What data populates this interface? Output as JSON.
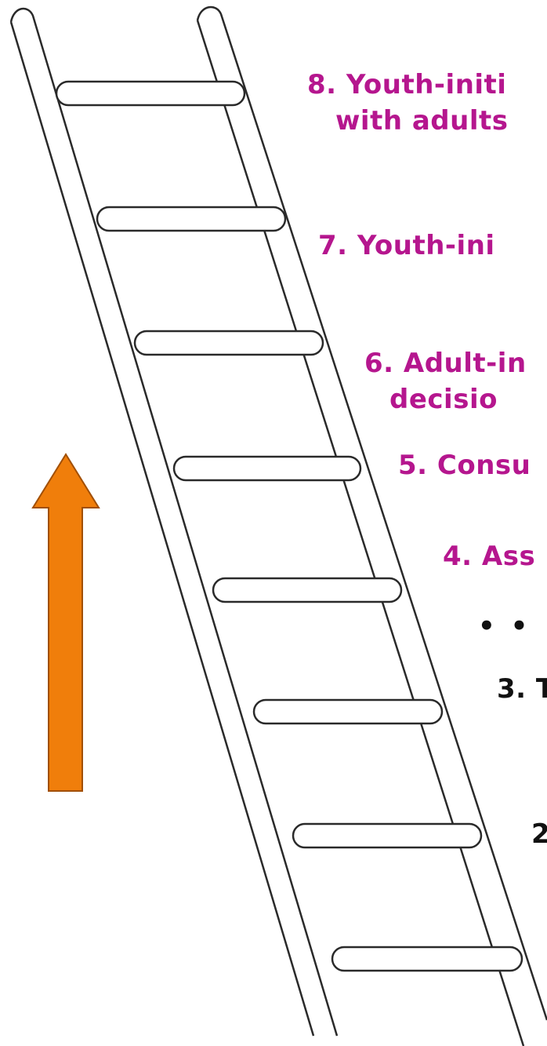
{
  "colors": {
    "label_pink": "#b5168e",
    "label_black": "#111111",
    "arrow_orange": "#f07e0b",
    "arrow_outline": "#a14f06",
    "ladder_stroke": "#2a2a2a"
  },
  "arrow": {
    "icon": "up-arrow-icon",
    "direction": "up"
  },
  "rungs": [
    {
      "level": 8,
      "text_lines": [
        "8. Youth-initi",
        "with adults"
      ]
    },
    {
      "level": 7,
      "text_lines": [
        "7. Youth-ini"
      ]
    },
    {
      "level": 6,
      "text_lines": [
        "6. Adult-in",
        "decisio"
      ]
    },
    {
      "level": 5,
      "text_lines": [
        "5. Consu"
      ]
    },
    {
      "level": 4,
      "text_lines": [
        "4. Ass"
      ]
    },
    {
      "level": 3,
      "text_lines": [
        "3. T"
      ]
    },
    {
      "level": 2,
      "text_lines": [
        "2"
      ]
    }
  ],
  "separator": "• • •"
}
